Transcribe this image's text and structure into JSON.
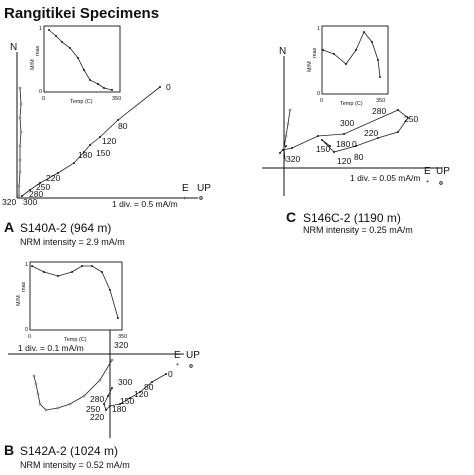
{
  "figure": {
    "title": "Rangitikei Specimens",
    "axis_labels": {
      "north": "N",
      "east": "E",
      "up": "UP"
    }
  },
  "panels": {
    "A": {
      "letter": "A",
      "caption": "S140A-2 (964 m)",
      "nrm": "NRM intensity = 2.9 mA/m",
      "scale": "1 div. = 0.5 mA/m",
      "steps": [
        "0",
        "80",
        "120",
        "150",
        "180",
        "220",
        "250",
        "280",
        "300",
        "320"
      ],
      "inset": {
        "ylabel": "M/M",
        "ysub": "max",
        "xlabel": "Temp (C)",
        "ticks": [
          "0",
          "350"
        ],
        "ytick_top": "1",
        "ytick_bottom": "0"
      }
    },
    "B": {
      "letter": "B",
      "caption": "S142A-2 (1024 m)",
      "nrm": "NRM intensity = 0.52 mA/m",
      "scale": "1 div. = 0.1 mA/m",
      "steps": [
        "0",
        "80",
        "120",
        "150",
        "180",
        "220",
        "250",
        "280",
        "300",
        "320"
      ],
      "inset": {
        "ylabel": "M/M",
        "ysub": "max",
        "xlabel": "Temp (C)",
        "ticks": [
          "0",
          "350"
        ],
        "ytick_top": "1",
        "ytick_bottom": "0"
      }
    },
    "C": {
      "letter": "C",
      "caption": "S146C-2 (1190 m)",
      "nrm": "NRM intensity = 0.25 mA/m",
      "scale": "1 div. = 0.05 mA/m",
      "steps": [
        "0",
        "80",
        "120",
        "150",
        "180",
        "220",
        "250",
        "280",
        "300",
        "320"
      ],
      "inset": {
        "ylabel": "M/M",
        "ysub": "max",
        "xlabel": "Temp (C)",
        "ticks": [
          "0",
          "350"
        ],
        "ytick_top": "1",
        "ytick_bottom": "0"
      }
    }
  }
}
